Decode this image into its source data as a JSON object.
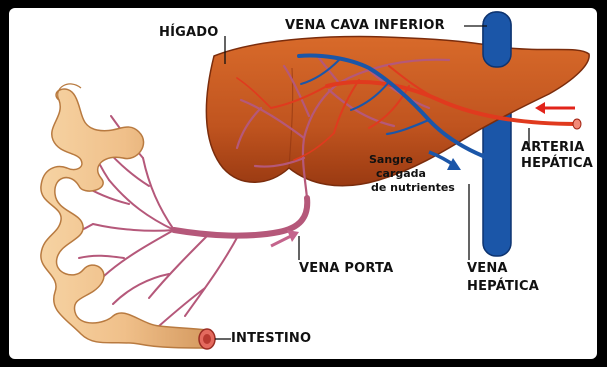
{
  "labels": {
    "liver": "HÍGADO",
    "ivc": "VENA CAVA INFERIOR",
    "portal_vein": "VENA PORTA",
    "intestine": "INTESTINO",
    "hepatic_artery_line1": "ARTERIA",
    "hepatic_artery_line2": "HEPÁTICA",
    "hepatic_vein_line1": "VENA",
    "hepatic_vein_line2": "HEPÁTICA",
    "nutrient_blood_line1": "Sangre",
    "nutrient_blood_line2": "cargada",
    "nutrient_blood_line3": "de nutrientes"
  },
  "colors": {
    "liver": "#c0541f",
    "liver_dark": "#8e3410",
    "vena_cava": "#1b56a8",
    "artery": "#e03a1e",
    "portal": "#b5587a",
    "intestine": "#f0c08a",
    "intestine_dark": "#c98b52",
    "arrow_red": "#e2231a",
    "arrow_blue": "#1b56a8",
    "arrow_pink": "#c4648c",
    "frame": "#000000"
  }
}
